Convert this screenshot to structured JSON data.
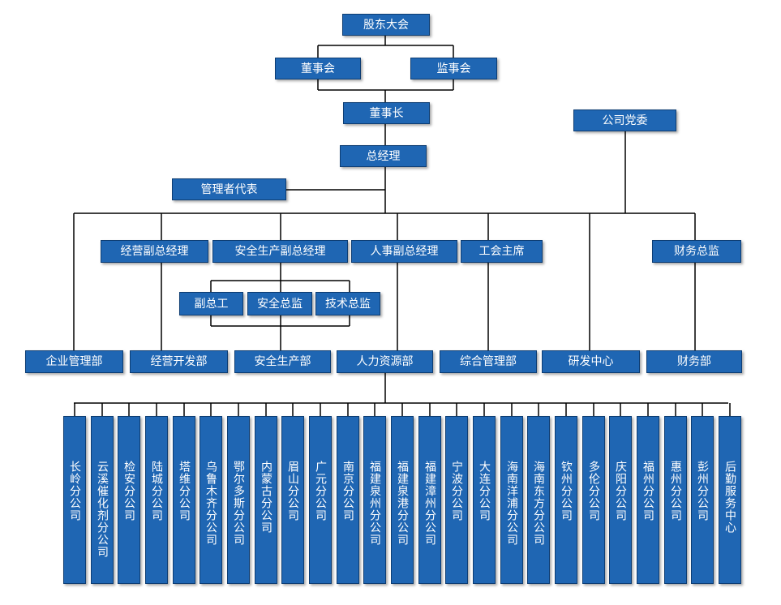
{
  "chart": {
    "top": {
      "shareholders": "股东大会",
      "board": "董事会",
      "supervisors": "监事会",
      "chairman": "董事长",
      "party_committee": "公司党委",
      "general_manager": "总经理",
      "management_rep": "管理者代表"
    },
    "vice": {
      "business_vp": "经营副总经理",
      "safety_vp": "安全生产副总经理",
      "hr_vp": "人事副总经理",
      "union_chair": "工会主席",
      "finance_director": "财务总监"
    },
    "safety_group": {
      "deputy_engineer": "副总工",
      "safety_director": "安全总监",
      "tech_director": "技术总监"
    },
    "departments": [
      "企业管理部",
      "经营开发部",
      "安全生产部",
      "人力资源部",
      "综合管理部",
      "研发中心",
      "财务部"
    ],
    "branches": [
      "长岭分公司",
      "云溪催化剂分公司",
      "检安分公司",
      "陆城分公司",
      "塔维分公司",
      "乌鲁木齐分公司",
      "鄂尔多斯分公司",
      "内蒙古分公司",
      "眉山分公司",
      "广元分公司",
      "南京分公司",
      "福建泉州分公司",
      "福建泉港分公司",
      "福建漳州分公司",
      "宁波分公司",
      "大连分公司",
      "海南洋浦分公司",
      "海南东方分公司",
      "钦州分公司",
      "多伦分公司",
      "庆阳分公司",
      "福州分公司",
      "惠州分公司",
      "彭州分公司",
      "后勤服务中心"
    ]
  },
  "colors": {
    "box_fill": "#1f66b3",
    "box_text": "#ffffff",
    "line": "#000000"
  }
}
